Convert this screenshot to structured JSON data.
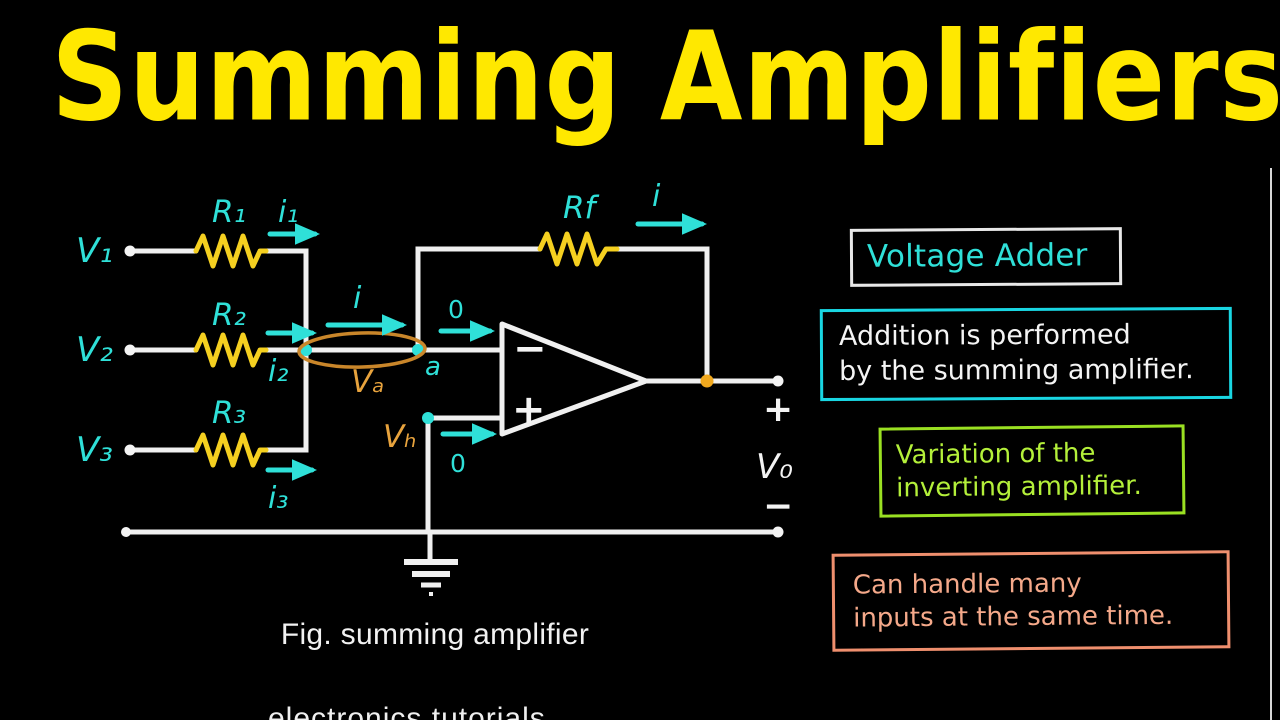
{
  "page": {
    "title": "Summing Amplifiers",
    "background_color": "#000000",
    "title_color": "#FFE800"
  },
  "colors": {
    "wire": "#f0f0f0",
    "resistor": "#F5D020",
    "label_cyan": "#2FE0D8",
    "annotation_orange": "#E8A33D",
    "node_orange": "#F0A81E",
    "green": "#B4F03A",
    "salmon": "#F5A98A"
  },
  "circuit": {
    "caption": "Fig. summing amplifier",
    "input_sources": [
      {
        "voltage_label": "V₁",
        "resistor_label": "R₁",
        "current_label": "i₁"
      },
      {
        "voltage_label": "V₂",
        "resistor_label": "R₂",
        "current_label": "i₂"
      },
      {
        "voltage_label": "V₃",
        "resistor_label": "R₃",
        "current_label": "i₃"
      }
    ],
    "feedback_resistor_label": "Rf",
    "feedback_current_label": "i",
    "node_current_label": "i",
    "opamp": {
      "inverting_sign": "−",
      "noninverting_sign": "+",
      "inverting_input_current": "0",
      "noninverting_input_current": "0"
    },
    "node_annotations": {
      "node_a_label": "a",
      "voltage_a_label": "Vₐ",
      "voltage_b_label": "Vₕ"
    },
    "output": {
      "plus_sign": "+",
      "label": "V₀",
      "minus_sign": "−"
    }
  },
  "info_boxes": [
    {
      "id": "voltage-adder",
      "text": "Voltage Adder",
      "text_color": "#2FE0D8",
      "border_color": "#E8E8E8"
    },
    {
      "id": "addition",
      "text": "Addition is performed\nby the summing amplifier.",
      "text_color": "#F4F4F4",
      "border_color": "#19D6E2"
    },
    {
      "id": "variation",
      "text": "Variation of the\ninverting amplifier.",
      "text_color": "#B4F03A",
      "border_color": "#9AE022"
    },
    {
      "id": "many-inputs",
      "text": "Can handle many\ninputs at the same time.",
      "text_color": "#F5A98A",
      "border_color": "#EF8F6E"
    }
  ],
  "bottom_cut_text": "electronics tutorials"
}
